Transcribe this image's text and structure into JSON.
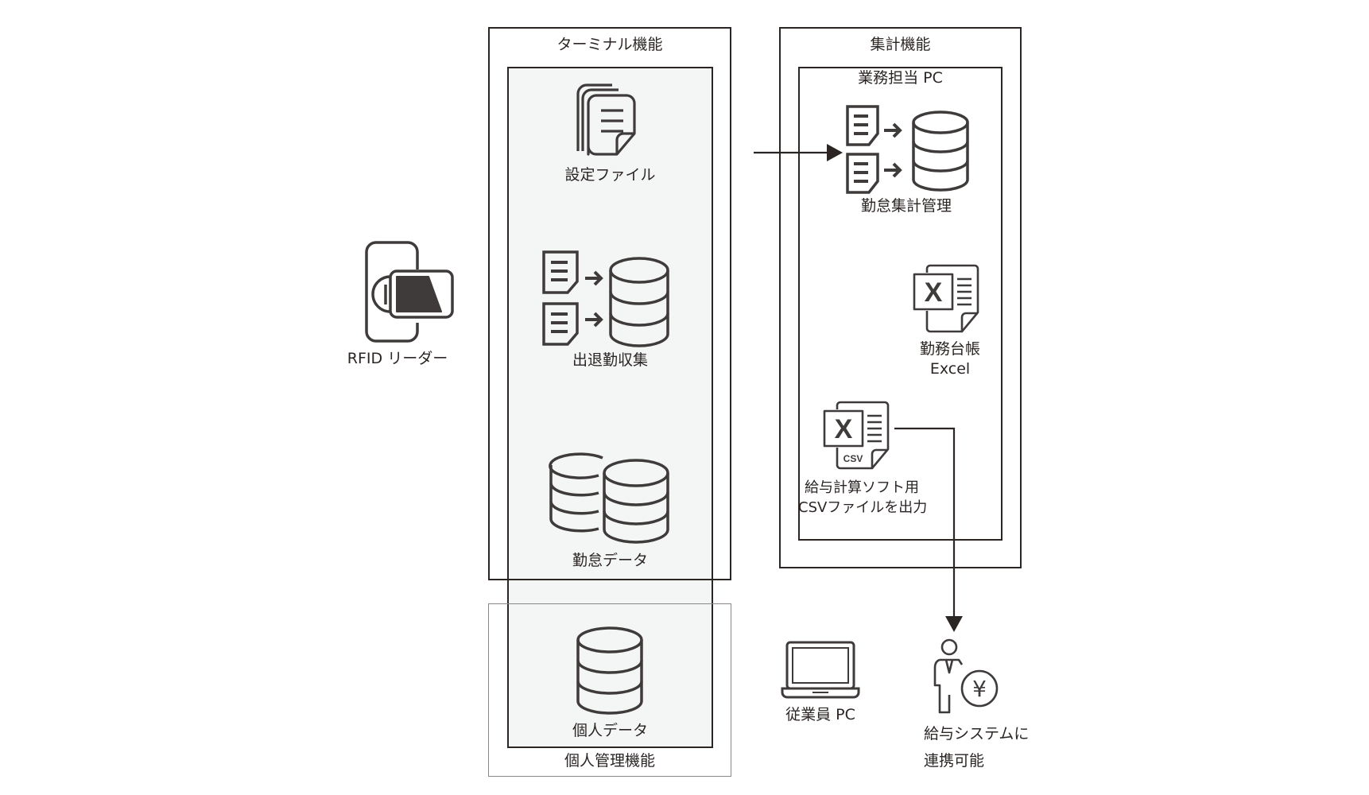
{
  "diagram": {
    "terminal": {
      "title": "ターミナル機能",
      "items": {
        "settings_file": "設定ファイル",
        "attendance_collection": "出退勤収集",
        "attendance_data": "勤怠データ"
      }
    },
    "personal": {
      "title": "個人管理機能",
      "personal_data": "個人データ"
    },
    "aggregation": {
      "title": "集計機能",
      "office_pc": {
        "title": "業務担当 PC",
        "attendance_management": "勤怠集計管理",
        "work_ledger_line1": "勤務台帳",
        "work_ledger_line2": "Excel",
        "csv_output_line1": "給与計算ソフト用",
        "csv_output_line2": "CSVファイルを出力",
        "csv_badge": "CSV",
        "excel_glyph": "X"
      }
    },
    "rfid_reader": "RFID リーダー",
    "employee_pc": "従業員 PC",
    "payroll_link_line1": "給与システムに",
    "payroll_link_line2": "連携可能",
    "yen_symbol": "¥",
    "colors": {
      "stroke": "#3f3b3a",
      "border_dark": "#2b2524",
      "border_light": "#8a8887",
      "panel_fill": "#f4f6f5"
    }
  }
}
